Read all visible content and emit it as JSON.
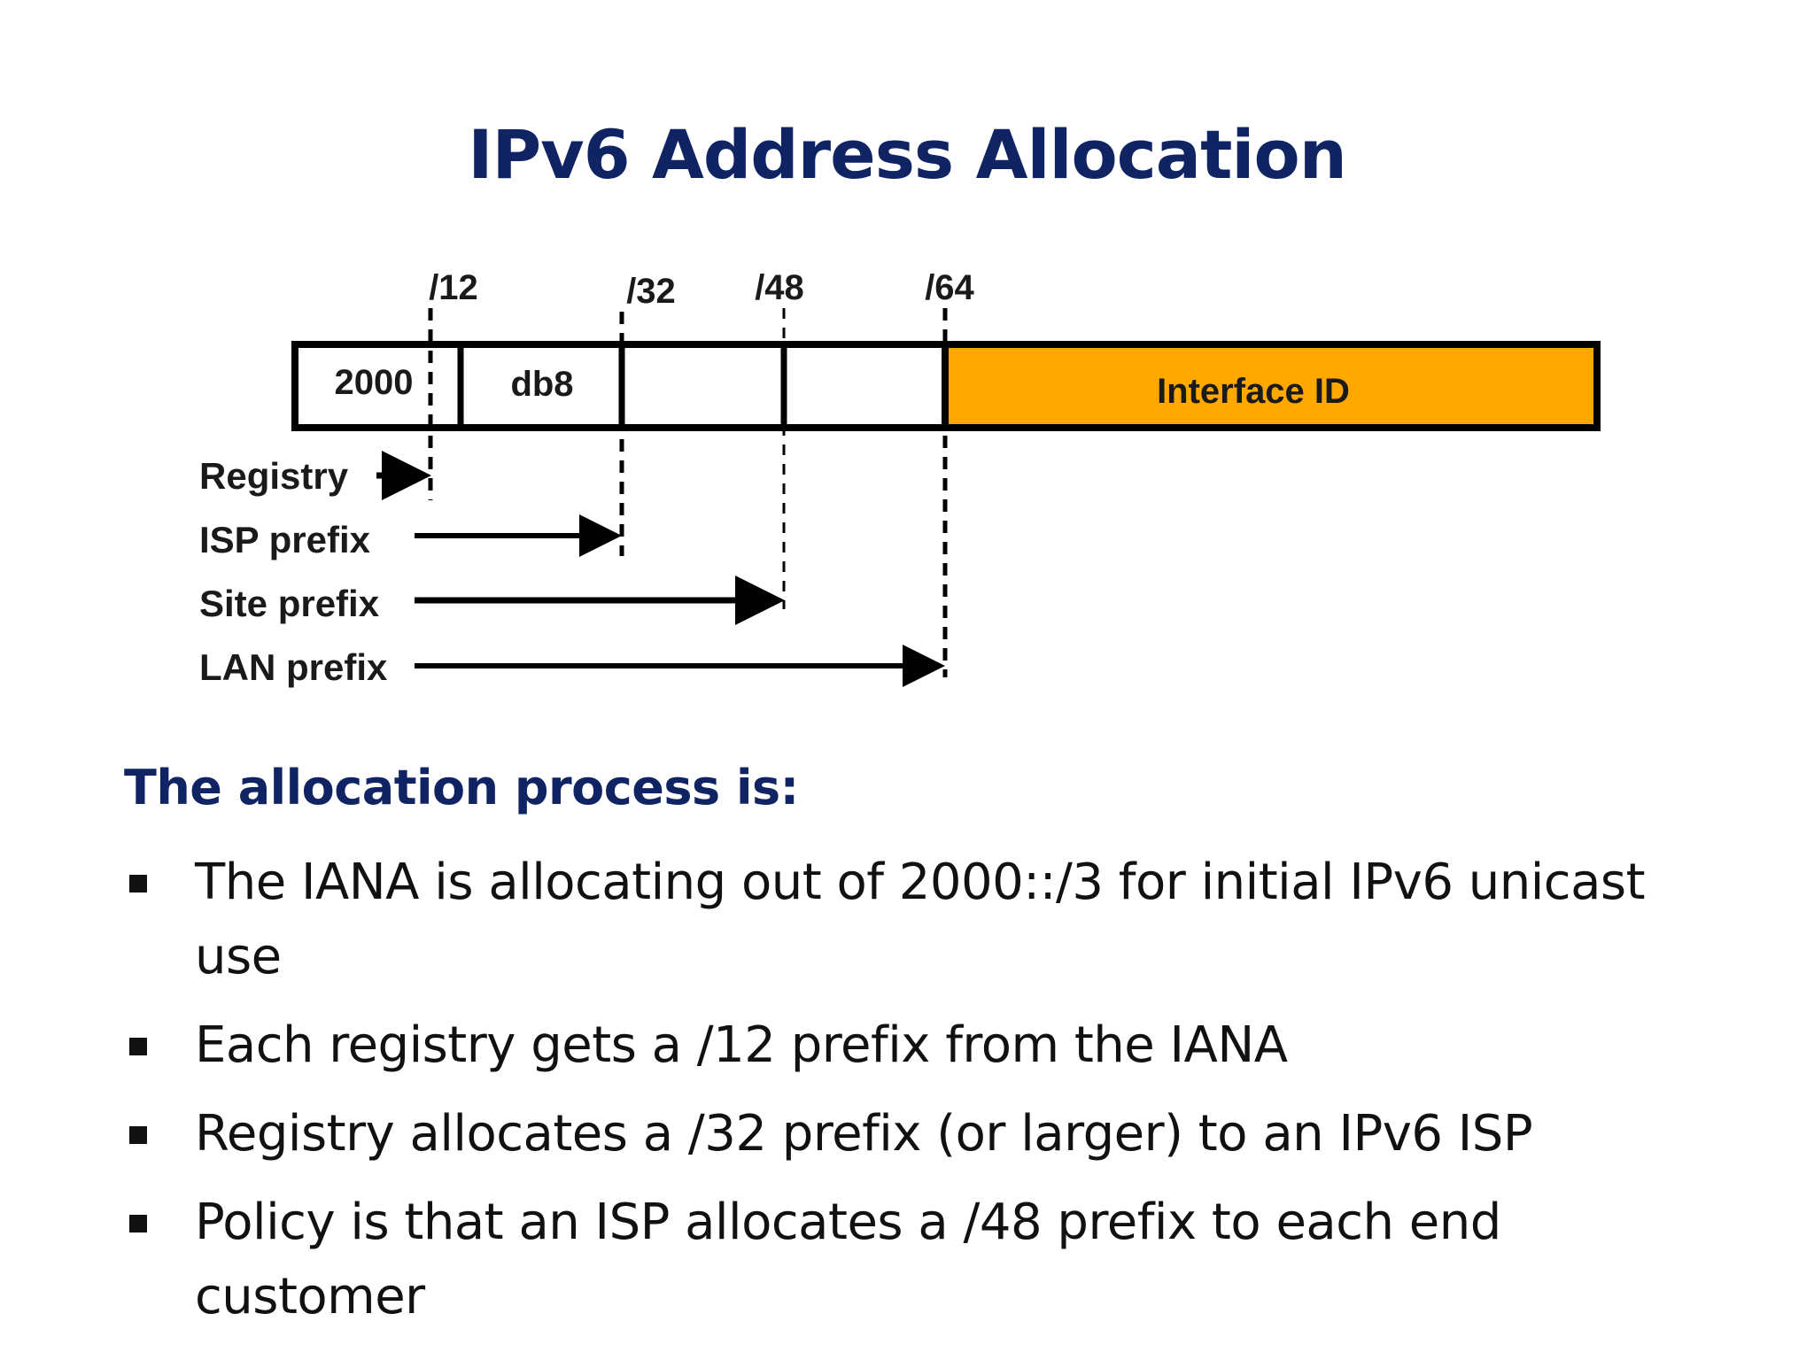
{
  "title": "IPv6 Address Allocation",
  "diagram": {
    "prefix_markers": [
      "/12",
      "/32",
      "/48",
      "/64"
    ],
    "segments": [
      "2000",
      "db8",
      "",
      "",
      "Interface ID"
    ],
    "arrows": [
      {
        "label": "Registry",
        "ends_at": "/12"
      },
      {
        "label": "ISP prefix",
        "ends_at": "/32"
      },
      {
        "label": "Site prefix",
        "ends_at": "/48"
      },
      {
        "label": "LAN prefix",
        "ends_at": "/64"
      }
    ],
    "colors": {
      "interface_id": "#FFA800",
      "outline": "#000000",
      "title": "#102463"
    }
  },
  "section_heading": "The allocation process is:",
  "bullets": [
    "The IANA is allocating out of 2000::/3 for initial IPv6 unicast use",
    "Each registry gets a /12 prefix from the IANA",
    "Registry allocates a /32 prefix (or larger) to an IPv6 ISP",
    "Policy is that an ISP allocates a /48 prefix to each end customer"
  ]
}
